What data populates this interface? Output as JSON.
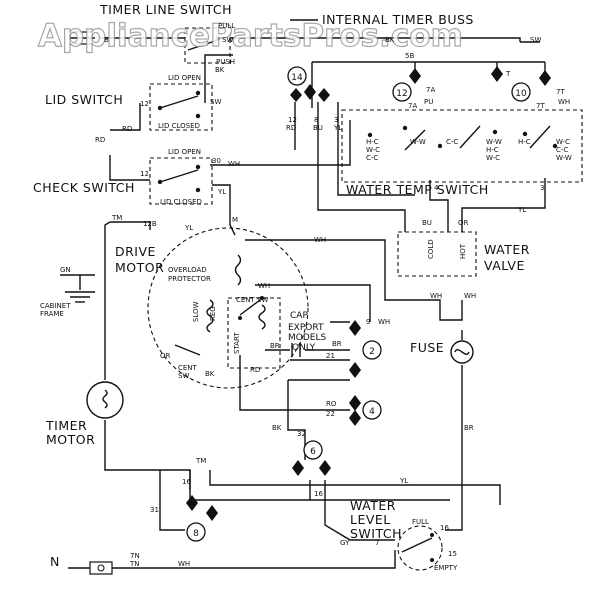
{
  "watermark": "AppliancePartsPros.com",
  "labels": {
    "timer_line_switch": "TIMER LINE SWITCH",
    "internal_timer_buss": "INTERNAL TIMER BUSS",
    "lid_switch": "LID SWITCH",
    "check_switch": "CHECK SWITCH",
    "lid_open": "LID OPEN",
    "lid_closed": "LID CLOSED",
    "pull": "PULL",
    "push": "PUSH",
    "water_temp_switch": "WATER TEMP SWITCH",
    "water_valve_line1": "WATER",
    "water_valve_line2": "VALVE",
    "cold": "COLD",
    "hot": "HOT",
    "drive_motor_line1": "DRIVE",
    "drive_motor_line2": "MOTOR",
    "overload_line1": "OVERLOAD",
    "overload_line2": "PROTECTOR",
    "slow": "SLOW",
    "reg": "REG",
    "start": "START",
    "cent_sw": "CENT SW",
    "cent": "CENT",
    "sw": "SW",
    "cap_line1": "CAP",
    "cap_line2": "EXPORT",
    "cap_line3": "MODELS",
    "cap_line4": "ONLY",
    "fuse": "FUSE",
    "cabinet_frame_line1": "CABINET",
    "cabinet_frame_line2": "FRAME",
    "timer_motor_line1": "TIMER",
    "timer_motor_line2": "MOTOR",
    "water_level_line1": "WATER",
    "water_level_line2": "LEVEL",
    "water_level_line3": "SWITCH",
    "full": "FULL",
    "empty": "EMPTY",
    "neutral": "N"
  },
  "temp_positions": {
    "hc": "H-C",
    "wc": "W-C",
    "cc": "C-C",
    "ww": "W-W"
  },
  "wire_codes": {
    "w": "W",
    "b": "B",
    "sw": "SW",
    "bk": "BK",
    "rd": "RD",
    "wh": "WH",
    "yl": "YL",
    "tm": "TM",
    "m": "M",
    "gn": "GN",
    "bu": "BU",
    "or": "OR",
    "pu": "PU",
    "br": "BR",
    "ro": "RO",
    "gy": "GY",
    "t": "T",
    "tn": "TN"
  },
  "terminals": {
    "n5b": "5B",
    "n7a": "7A",
    "n7t": "7T",
    "n12": "12",
    "n12b": "12B",
    "n30": "30",
    "n8": "8",
    "n3": "3",
    "n4": "4",
    "n9": "9",
    "n21": "21",
    "n22": "22",
    "n32": "32",
    "n16": "16",
    "n31": "31",
    "n7": "7",
    "n15": "15",
    "n7n": "7N"
  },
  "cams": [
    "14",
    "12",
    "10",
    "2",
    "4",
    "6",
    "8"
  ]
}
